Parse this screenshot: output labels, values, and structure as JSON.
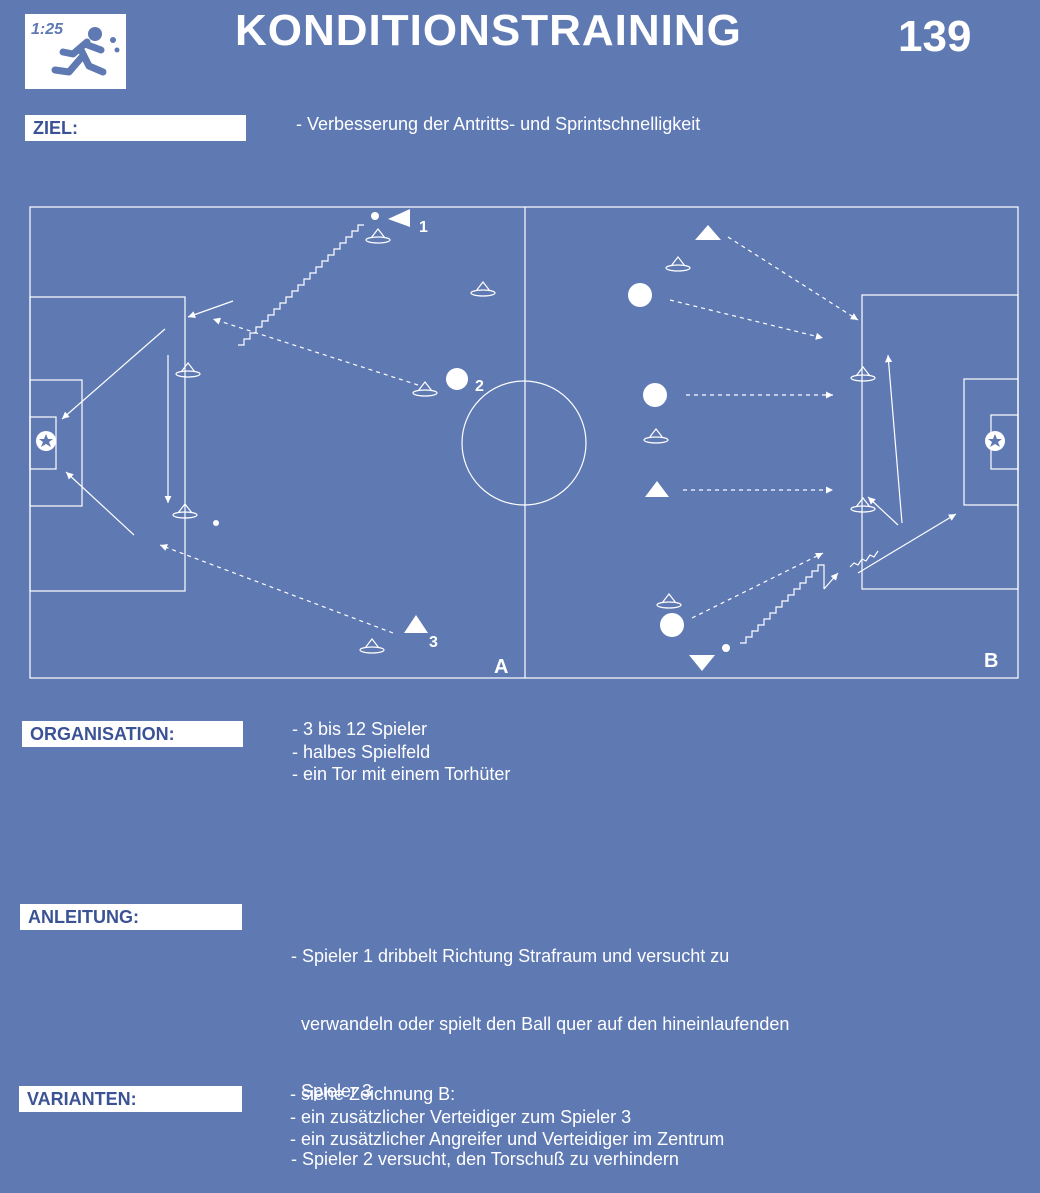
{
  "header": {
    "logo_text": "1:25",
    "title": "KONDITIONSTRAINING",
    "page_number": "139"
  },
  "ziel": {
    "label": "ZIEL:",
    "text": "- Verbesserung der Antritts- und Sprintschnelligkeit"
  },
  "diagram": {
    "panel_a_label": "A",
    "panel_b_label": "B",
    "player_numbers": [
      "1",
      "2",
      "3"
    ]
  },
  "organisation": {
    "label": "ORGANISATION:",
    "lines": [
      "- 3 bis 12 Spieler",
      "- halbes Spielfeld",
      "- ein Tor mit einem Torhüter"
    ]
  },
  "anleitung": {
    "label": "ANLEITUNG:",
    "lines": [
      "- Spieler 1 dribbelt Richtung Strafraum und versucht zu",
      "  verwandeln oder spielt den Ball quer auf den hineinlaufenden",
      "  Spieler 3",
      "- Spieler 2 versucht, den Torschuß zu verhindern"
    ]
  },
  "varianten": {
    "label": "VARIANTEN:",
    "lines": [
      "- siehe Zeichnung B:",
      "- ein zusätzlicher Verteidiger zum Spieler 3",
      "- ein zusätzlicher Angreifer und Verteidiger im Zentrum"
    ]
  }
}
